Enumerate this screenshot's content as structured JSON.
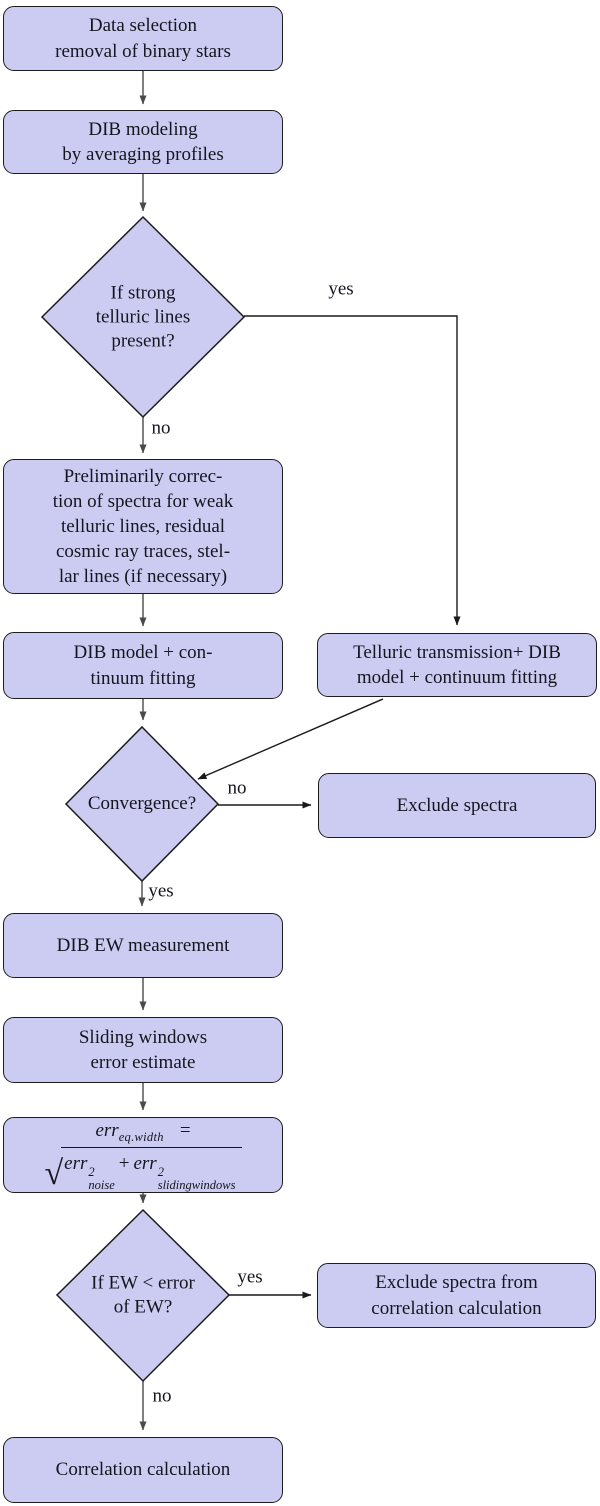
{
  "diagram": {
    "colors": {
      "node_fill": "#ccccf2",
      "node_border": "#1c1c1c",
      "connector_gray": "#4a4a4a",
      "branch_black": "#1a1a1a",
      "text": "#15151f"
    },
    "nodes": {
      "data_selection": "Data selection\nremoval of binary stars",
      "dib_modeling": "DIB modeling\nby averaging profiles",
      "telluric_decision": "If strong\ntelluric lines\npresent?",
      "preliminary_correction": "Preliminarily correc-\ntion of spectra for weak\ntelluric lines, residual\ncosmic ray traces, stel-\nlar lines (if necessary)",
      "dib_model_fit": "DIB model + con-\ntinuum fitting",
      "telluric_model_fit": "Telluric transmission+ DIB\nmodel + continuum fitting",
      "convergence_decision": "Convergence?",
      "exclude_spectra": "Exclude spectra",
      "dib_ew_measurement": "DIB EW measurement",
      "sliding_windows": "Sliding windows\nerror estimate",
      "ew_decision": "If EW < error\nof EW?",
      "exclude_from_correlation": "Exclude spectra from\ncorrelation calculation",
      "correlation": "Correlation calculation"
    },
    "edge_labels": {
      "telluric_yes": "yes",
      "telluric_no": "no",
      "convergence_no": "no",
      "convergence_yes": "yes",
      "ew_yes": "yes",
      "ew_no": "no"
    },
    "formula": {
      "err": "err",
      "sub_eqwidth": "eq.width",
      "equals": "=",
      "radical": "√",
      "sup_two": "2",
      "sub_noise": "noise",
      "plus": "+",
      "sub_sliding": "slidingwindows"
    }
  }
}
